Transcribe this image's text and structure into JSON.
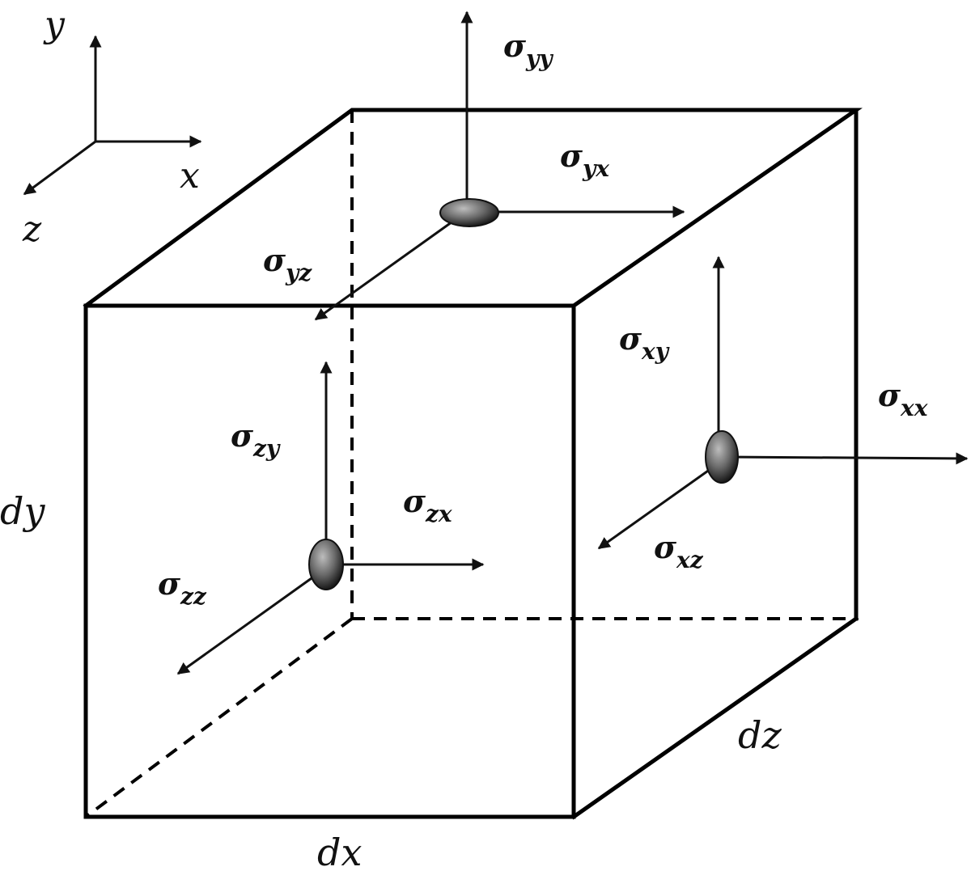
{
  "axes": {
    "x": "x",
    "y": "y",
    "z": "z"
  },
  "dimensions": {
    "dx": "dx",
    "dy": "dy",
    "dz": "dz"
  },
  "stresses": {
    "yy": {
      "symbol": "σ",
      "sub": "yy"
    },
    "yx": {
      "symbol": "σ",
      "sub": "yx"
    },
    "yz": {
      "symbol": "σ",
      "sub": "yz"
    },
    "xy": {
      "symbol": "σ",
      "sub": "xy"
    },
    "xx": {
      "symbol": "σ",
      "sub": "xx"
    },
    "xz": {
      "symbol": "σ",
      "sub": "xz"
    },
    "zy": {
      "symbol": "σ",
      "sub": "zy"
    },
    "zx": {
      "symbol": "σ",
      "sub": "zx"
    },
    "zz": {
      "symbol": "σ",
      "sub": "zz"
    }
  },
  "colors": {
    "line": "#000000",
    "node": "#555555"
  }
}
